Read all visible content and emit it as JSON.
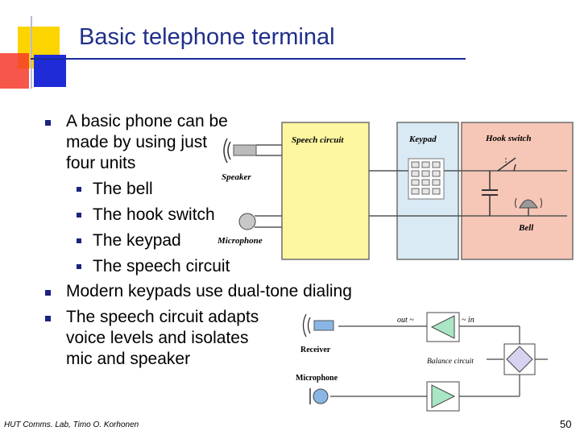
{
  "title": "Basic telephone terminal",
  "bullets": {
    "b1_lines": [
      "A basic phone can be",
      "made by using just",
      "four units"
    ],
    "sub": [
      "The bell",
      "The hook switch",
      "The keypad",
      "The speech circuit"
    ],
    "b2": "Modern keypads use dual-tone dialing",
    "b3_lines": [
      "The speech circuit adapts",
      "voice levels and isolates",
      "mic and speaker"
    ]
  },
  "diagram_top": {
    "speech_circuit": "Speech circuit",
    "keypad": "Keypad",
    "hook_switch": "Hook switch",
    "speaker": "Speaker",
    "microphone": "Microphone",
    "bell": "Bell"
  },
  "diagram_bottom": {
    "out": "out ~",
    "in": "~ in",
    "receiver": "Receiver",
    "balance": "Balance circuit",
    "microphone": "Microphone"
  },
  "footer": "HUT Comms. Lab, Timo O. Korhonen",
  "page_number": "50",
  "colors": {
    "title": "#1f2f8a",
    "speech_box": "#fcf7a0",
    "keypad_box": "#d9eaf5",
    "hook_box": "#f6c6b6",
    "triangle": "#a9e6c5",
    "diamond": "#d7d2f0"
  }
}
